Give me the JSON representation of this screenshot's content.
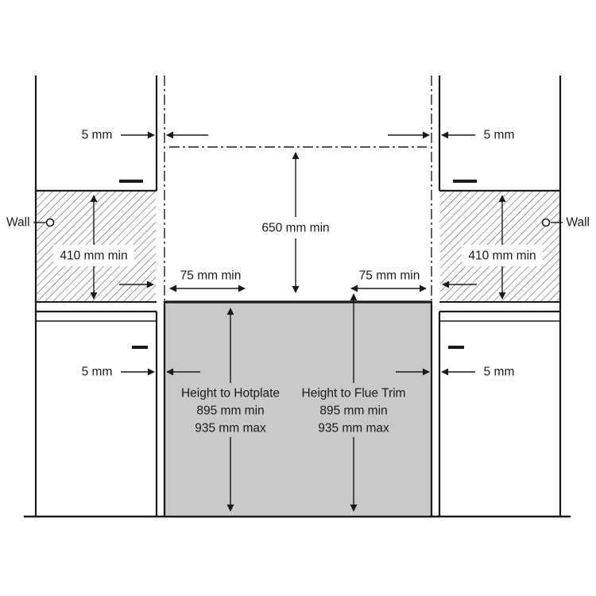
{
  "diagram": {
    "colors": {
      "line": "#1a1a1a",
      "appliance_fill": "#c9c9c9",
      "background": "#ffffff"
    },
    "labels": {
      "wall_left": "Wall",
      "wall_right": "Wall",
      "clearance_top_left": "5 mm",
      "clearance_top_right": "5 mm",
      "clearance_mid_left": "5 mm",
      "clearance_mid_right": "5 mm",
      "side_min_left": "410 mm min",
      "side_min_right": "410 mm min",
      "vertical_min_center": "650 mm min",
      "hob_side_left": "75 mm min",
      "hob_side_right": "75 mm min",
      "height_to_hotplate": {
        "title": "Height to Hotplate",
        "min": "895 mm min",
        "max": "935 mm max"
      },
      "height_to_flue_trim": {
        "title": "Height to Flue Trim",
        "min": "895 mm min",
        "max": "935 mm max"
      }
    }
  }
}
